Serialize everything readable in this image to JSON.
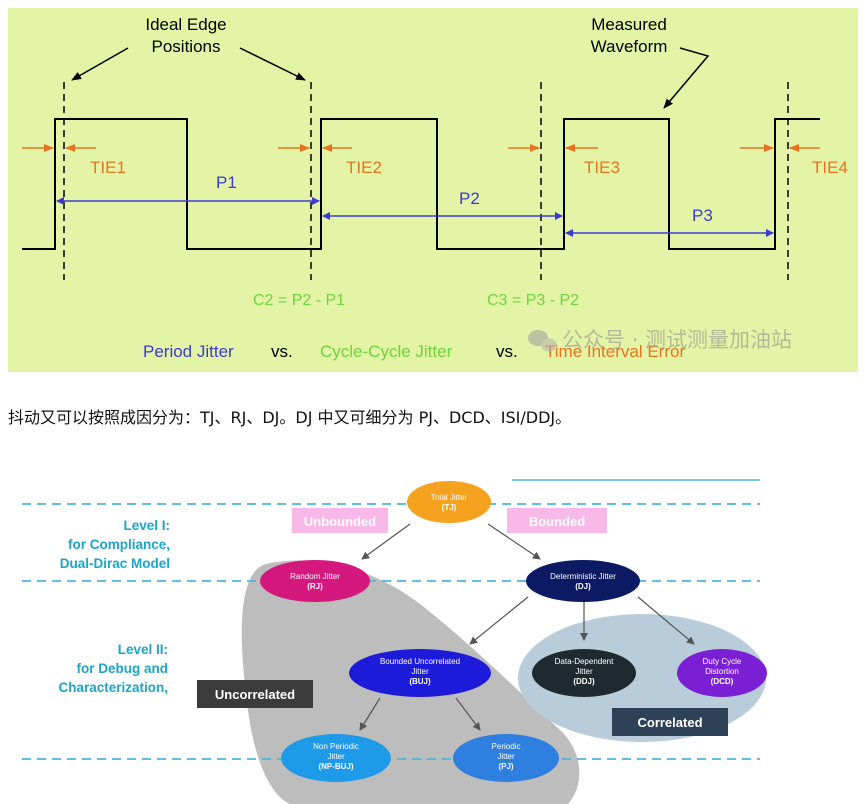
{
  "top_figure": {
    "bg_color": "#e4f4a6",
    "labels": {
      "ideal_edge": [
        "Ideal Edge",
        "Positions"
      ],
      "measured": [
        "Measured",
        "Waveform"
      ],
      "tie": [
        "TIE1",
        "TIE2",
        "TIE3",
        "TIE4"
      ],
      "periods": [
        "P1",
        "P2",
        "P3"
      ],
      "c2": "C2 = P2 - P1",
      "c3": "C3 = P3 - P2",
      "legend_period": "Period Jitter",
      "vs1": "vs.",
      "legend_cycle": "Cycle-Cycle Jitter",
      "vs2": "vs.",
      "legend_tie": "Time Interval Error",
      "watermark": "公众号 · 测试测量加油站"
    },
    "colors": {
      "waveform": "#000000",
      "tie": "#e8741e",
      "period": "#3b3bd4",
      "cycle": "#6ed43a"
    }
  },
  "caption": "抖动又可以按照成因分为：TJ、RJ、DJ。DJ 中又可细分为 PJ、DCD、ISI/DDJ。",
  "bottom_figure": {
    "level1": [
      "Level I:",
      "for Compliance,",
      "Dual-Dirac Model"
    ],
    "level2": [
      "Level II:",
      "for Debug and",
      "Characterization,"
    ],
    "unbounded": "Unbounded",
    "bounded": "Bounded",
    "uncorrelated": "Uncorrelated",
    "correlated": "Correlated",
    "nodes": {
      "tj": [
        "Total Jitter",
        "(TJ)"
      ],
      "rj": [
        "Random Jitter",
        "(RJ)"
      ],
      "dj": [
        "Deterministic Jitter",
        "(DJ)"
      ],
      "buj": [
        "Bounded Uncorrelated",
        "Jitter",
        "(BUJ)"
      ],
      "ddj": [
        "Data-Dependent",
        "Jitter",
        "(DDJ)"
      ],
      "dcd": [
        "Duty Cycle",
        "Distortion",
        "(DCD)"
      ],
      "npbuj": [
        "Non Periodic",
        "Jitter",
        "(NP-BUJ)"
      ],
      "pj": [
        "Periodic",
        "Jitter",
        "(PJ)"
      ]
    },
    "colors": {
      "tj": "#f5a21e",
      "rj": "#d4187e",
      "dj": "#0c1a63",
      "buj": "#1b1bd9",
      "ddj": "#1f2a30",
      "dcd": "#7a1fd4",
      "npbuj": "#1e9be8",
      "pj": "#2f7fe0",
      "level_text": "#1aa6c8",
      "dashed": "#4bb8d8",
      "pink_box": "#f8b8e8",
      "pink_text": "#ffffff",
      "gray_region": "#bdbdbd",
      "blue_region": "#b9ccd9",
      "dark_box": "#3b3b3b",
      "navy_box": "#2e4257"
    }
  }
}
